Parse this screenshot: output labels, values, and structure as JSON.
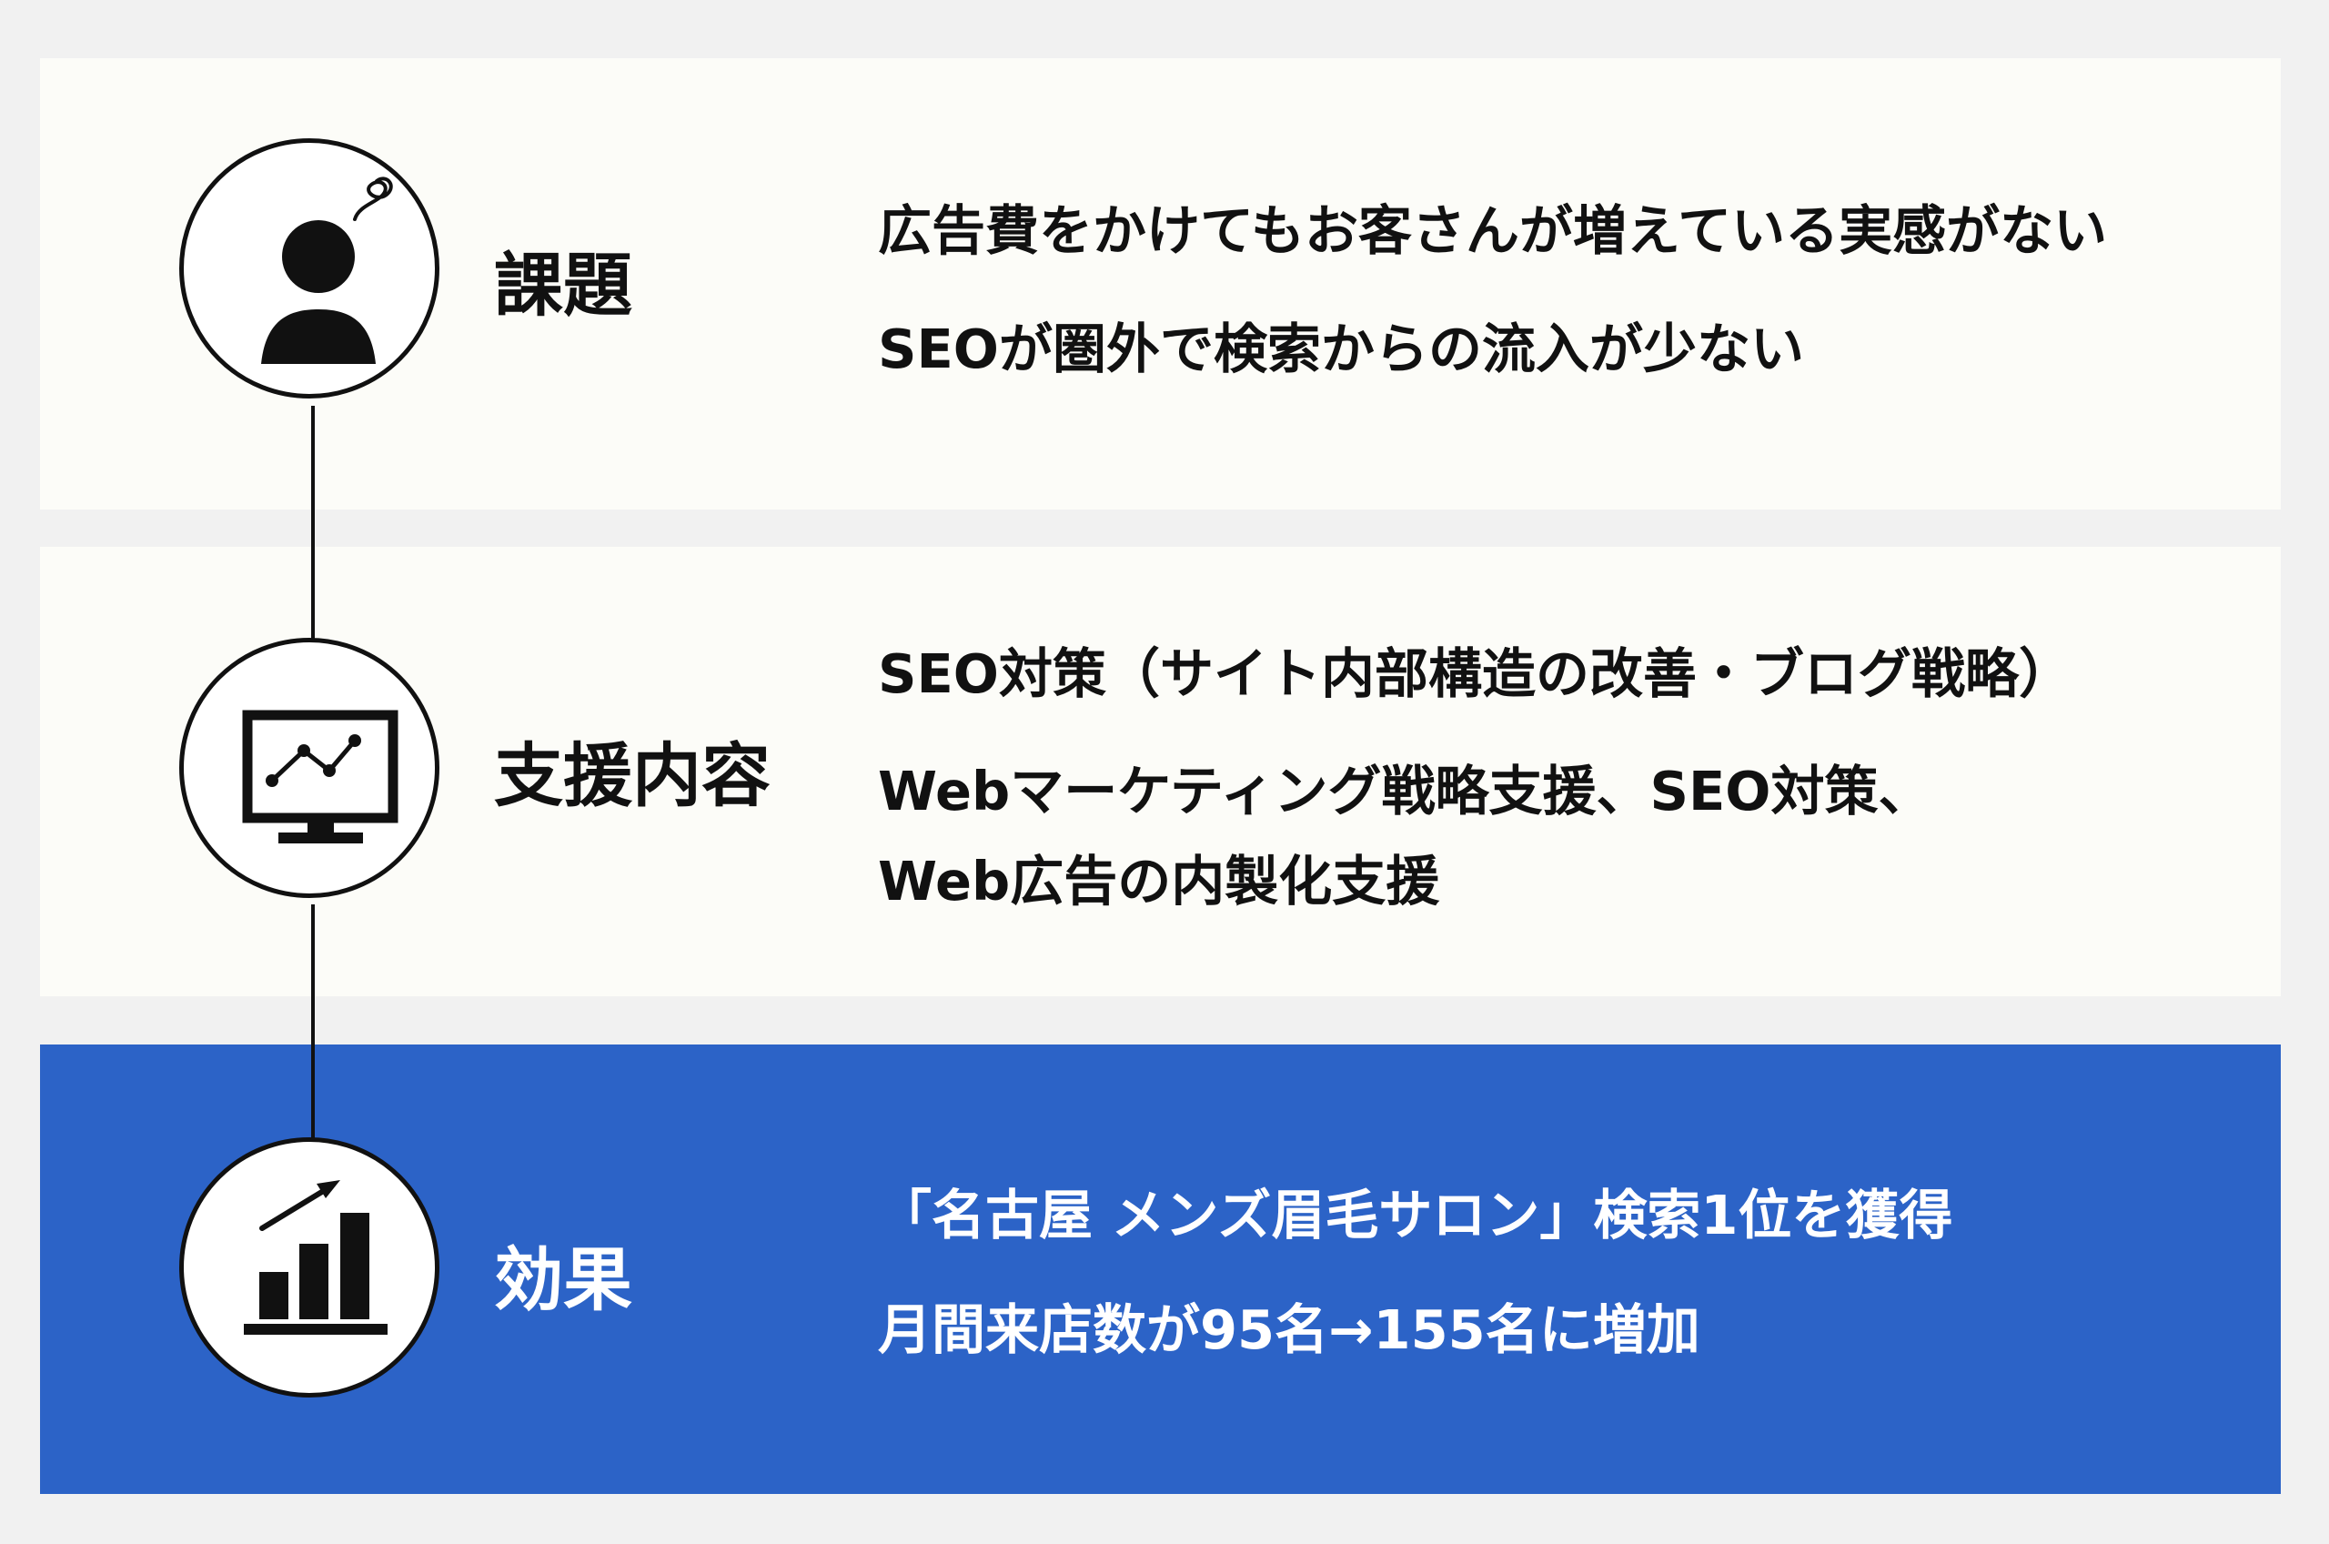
{
  "steps": [
    {
      "label": "課題",
      "icon": "worried-person-icon",
      "lines": [
        "広告費をかけてもお客さんが増えている実感がない",
        "SEOが圏外で検索からの流入が少ない"
      ]
    },
    {
      "label": "支援内容",
      "icon": "monitor-chart-icon",
      "lines": [
        "SEO対策（サイト内部構造の改善・ブログ戦略）",
        "Webマーケティング戦略支援、SEO対策、",
        "Web広告の内製化支援"
      ]
    },
    {
      "label": "効果",
      "icon": "growth-bar-chart-icon",
      "lines": [
        "「名古屋 メンズ眉毛サロン」検索1位を獲得",
        "月間来店数が95名→155名に増加"
      ]
    }
  ],
  "colors": {
    "background": "#f1f1f1",
    "panel": "#fcfcf8",
    "accent": "#2c63c7",
    "ink": "#111111"
  }
}
